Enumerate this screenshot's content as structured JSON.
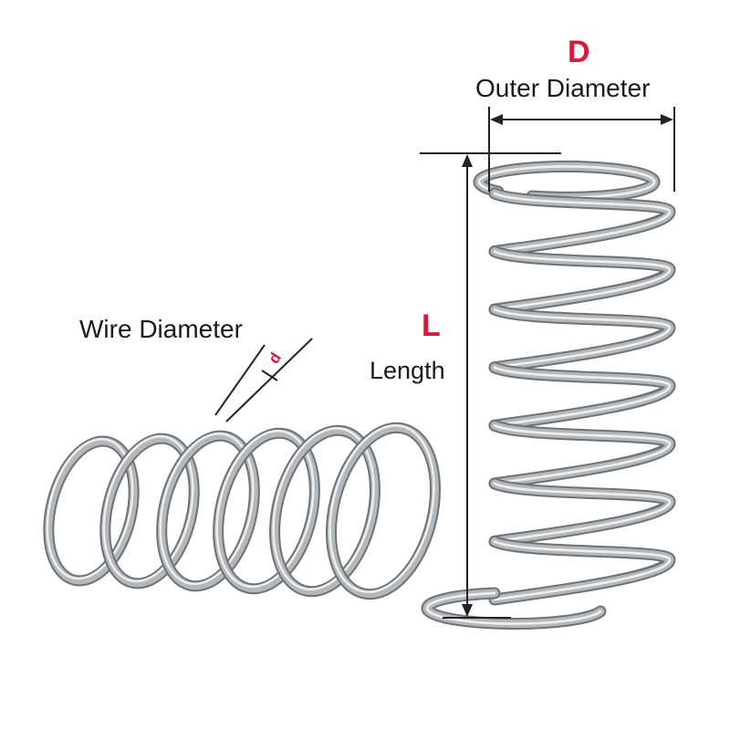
{
  "colors": {
    "symbol": "#d8193a",
    "text": "#1a1a1a",
    "dimension_line": "#222222",
    "steel_dark": "#6e7275",
    "steel_mid": "#b4b8bb",
    "steel_light": "#f2f4f5"
  },
  "labels": {
    "outer_symbol": "D",
    "outer_name": "Outer Diameter",
    "length_symbol": "L",
    "length_name": "Length",
    "wire_name": "Wire Diameter",
    "wire_symbol": "d"
  },
  "springs": {
    "upright": {
      "active_coils": 7,
      "orientation": "vertical"
    },
    "lying": {
      "coils": 6,
      "orientation": "horizontal"
    }
  }
}
